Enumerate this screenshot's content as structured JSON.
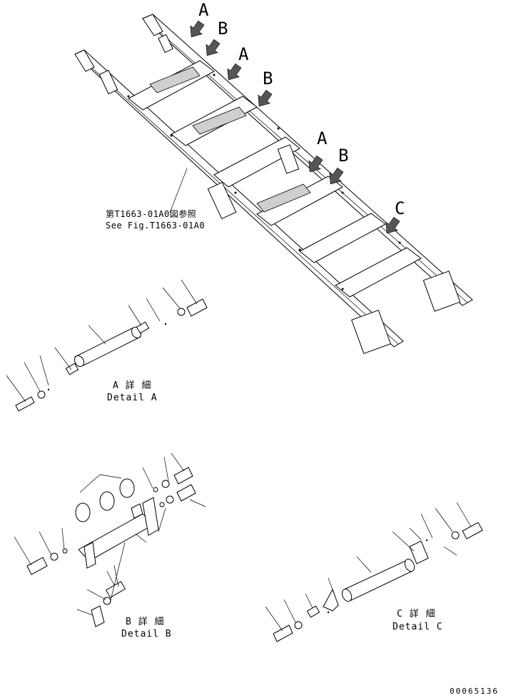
{
  "main_view": {
    "labels": [
      "A",
      "B",
      "A",
      "B",
      "A",
      "B",
      "C"
    ],
    "reference": {
      "line1": "第T1663-01A0図参照",
      "line2": "See Fig.T1663-01A0"
    }
  },
  "details": {
    "a": {
      "title_jp": "A 詳 細",
      "title_en": "Detail A"
    },
    "b": {
      "title_jp": "B 詳 細",
      "title_en": "Detail B"
    },
    "c": {
      "title_jp": "C 詳 細",
      "title_en": "Detail C"
    }
  },
  "drawing_code": "00065136"
}
